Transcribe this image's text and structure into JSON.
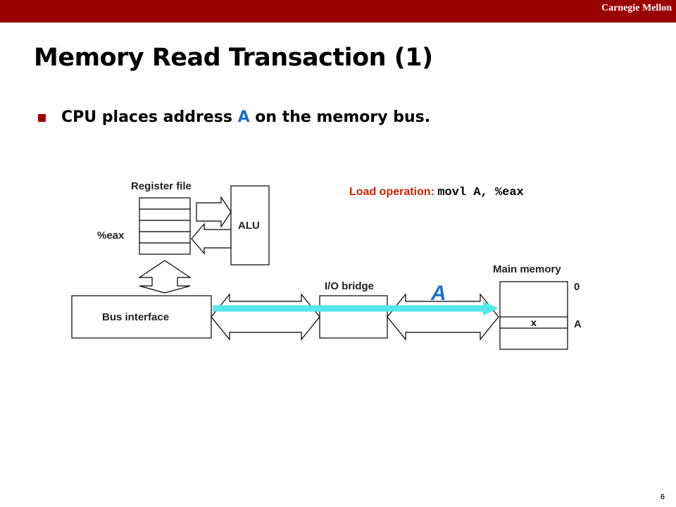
{
  "header": {
    "brand": "Carnegie Mellon"
  },
  "slide": {
    "title": "Memory Read Transaction (1)",
    "bullet": {
      "before": "CPU places address ",
      "highlight": "A",
      "after": " on the memory bus."
    },
    "page_number": "6"
  },
  "diagram": {
    "register_file_label": "Register file",
    "register_name": "%eax",
    "alu_label": "ALU",
    "bus_interface_label": "Bus interface",
    "io_bridge_label": "I/O bridge",
    "main_memory_label": "Main memory",
    "load_operation_label": "Load operation: ",
    "load_operation_code": "movl A, %eax",
    "bus_address": "A",
    "memory_cell_value": "x",
    "memory_addr_top": "0",
    "memory_addr_cell": "A"
  },
  "colors": {
    "brand_bar": "#990000",
    "highlight": "#1f6fc5",
    "bus_signal": "#55e6ee",
    "load_operation": "#cc2200"
  }
}
